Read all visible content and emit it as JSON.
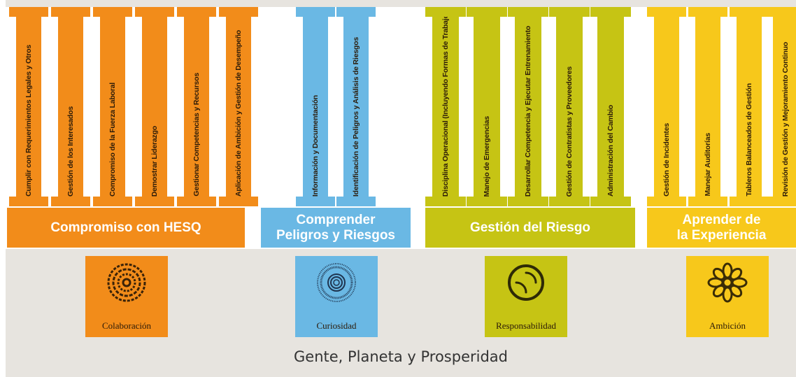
{
  "groups": [
    {
      "id": "hesq",
      "color": "#f28c1a",
      "banner": "Compromiso con HESQ",
      "columns": [
        "Cumplir con Requerimientos Legales y Otros",
        "Gestión de los Interesados",
        "Compromiso de la Fuerza Laboral",
        "Demostrar Liderazgo",
        "Gestionar Competencias y Recursos",
        "Aplicación de Ambición y Gestión de Desempeño"
      ]
    },
    {
      "id": "peligros",
      "color": "#6ab8e4",
      "banner": "Comprender\nPeligros y Riesgos",
      "columns": [
        "Información y Documentación",
        "Identificación de Peligros y Análisis de Riesgos"
      ]
    },
    {
      "id": "riesgo",
      "color": "#c6c414",
      "banner": "Gestión del Riesgo",
      "columns": [
        "Disciplina Operacional (Incluyendo Formas de Trabajo)",
        "Manejo de Emergencias",
        "Desarrollar Competencia y Ejecutar Entrenamiento",
        "Gestión de Contratistas y Proveedores",
        "Administración del Cambio"
      ]
    },
    {
      "id": "experiencia",
      "color": "#f7c81b",
      "banner": "Aprender de\nla Experiencia",
      "columns": [
        "Gestión de Incidentes",
        "Manejar Auditorías",
        "Tableros Balanceados de Gestión",
        "Revisión de Gestión y Mejoramiento Continuo"
      ]
    }
  ],
  "values": [
    {
      "label": "Colaboración",
      "color": "#f28c1a",
      "icon": "collaboration-swirl-icon"
    },
    {
      "label": "Curiosidad",
      "color": "#6ab8e4",
      "icon": "curiosity-ring-icon"
    },
    {
      "label": "Responsabilidad",
      "color": "#c6c414",
      "icon": "responsibility-spiral-icon"
    },
    {
      "label": "Ambición",
      "color": "#f7c81b",
      "icon": "ambition-flower-icon"
    }
  ],
  "foundation": {
    "title": "Gente, Planeta y Prosperidad"
  }
}
